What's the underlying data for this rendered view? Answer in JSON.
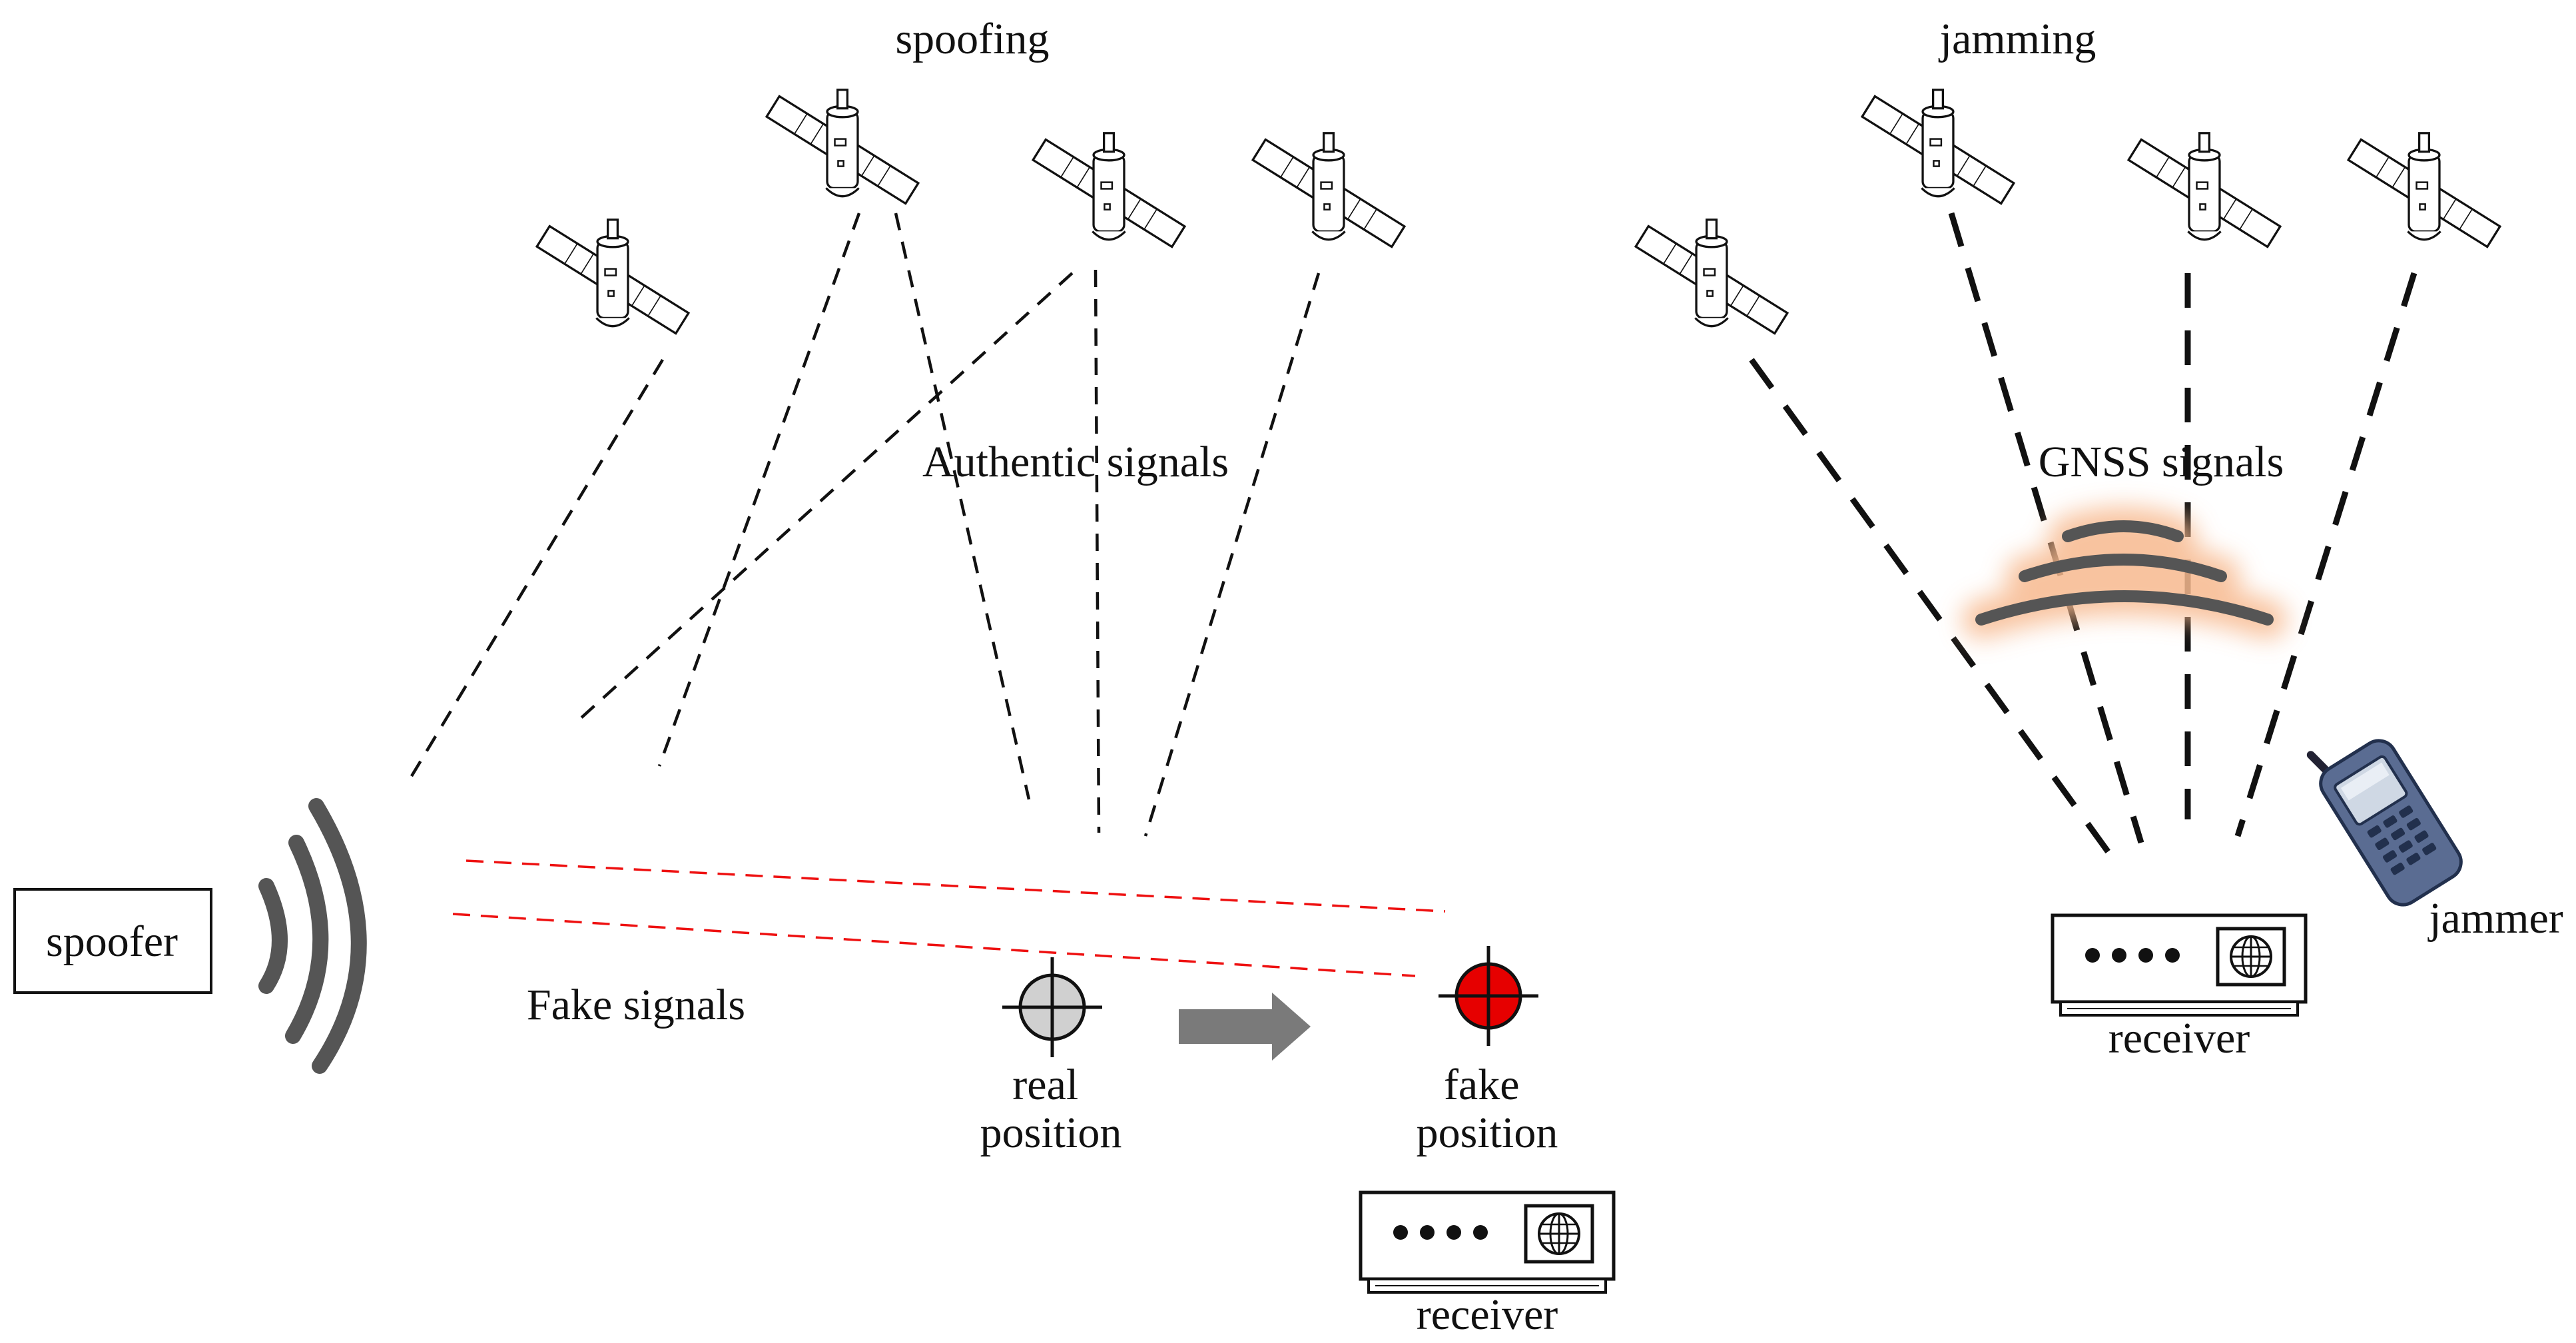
{
  "spoofing": {
    "title": "spoofing",
    "authentic_label": "Authentic signals",
    "spoofer_label": "spoofer",
    "fake_label": "Fake signals",
    "real_position": [
      "real",
      "position"
    ],
    "fake_position": [
      "fake",
      "position"
    ],
    "receiver_label": "receiver"
  },
  "jamming": {
    "title": "jamming",
    "gnss_label": "GNSS signals",
    "jammer_label": "jammer",
    "receiver_label": "receiver"
  },
  "colors": {
    "fake_signal": "#e11",
    "fake_marker": "#e60000",
    "real_marker": "#d0d0d0",
    "wave": "#555555",
    "jam_glow": "#f7b98f"
  },
  "icons": [
    "satellite-icon",
    "antenna-waves-icon",
    "crosshair-icon",
    "arrow-right-icon",
    "receiver-icon",
    "globe-icon",
    "phone-jammer-icon"
  ]
}
